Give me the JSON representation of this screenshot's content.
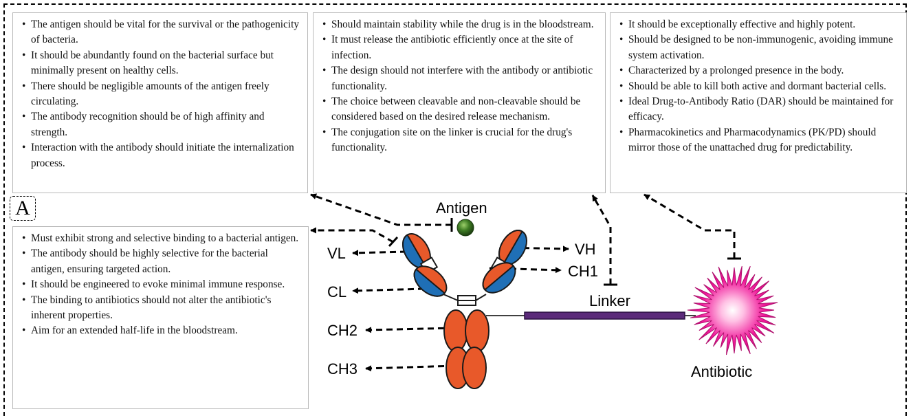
{
  "panel_label": "A",
  "boxes": {
    "antigen_requirements": [
      "The antigen should be vital for the survival or the pathogenicity of bacteria.",
      "It should be abundantly found on the bacterial surface but minimally present on healthy cells.",
      "There should be negligible amounts of the antigen freely circulating.",
      "The antibody recognition should be of high affinity and strength.",
      "Interaction with the antibody should initiate the internalization process."
    ],
    "linker_requirements": [
      "Should maintain stability while the drug is in the bloodstream.",
      "It must release the antibiotic efficiently once at the site of infection.",
      "The design should not interfere with the antibody or antibiotic functionality.",
      "The choice between cleavable and non-cleavable should be considered based on the desired release mechanism.",
      "The conjugation site on the linker is crucial for the drug's functionality."
    ],
    "antibiotic_requirements": [
      "It should be exceptionally effective and highly potent.",
      "Should be designed to be non-immunogenic, avoiding immune system activation.",
      "Characterized by a prolonged presence in the body.",
      "Should be able to kill both active and dormant bacterial cells.",
      "Ideal Drug-to-Antibody Ratio (DAR) should be maintained for efficacy.",
      "Pharmacokinetics and Pharmacodynamics (PK/PD) should mirror those of the unattached drug for predictability."
    ],
    "antibody_requirements": [
      "Must exhibit strong and selective binding to a bacterial antigen.",
      "The antibody should be highly selective for the bacterial antigen, ensuring targeted action.",
      "It should be engineered to evoke minimal immune response.",
      "The binding to antibiotics should not alter the antibiotic's inherent properties.",
      "Aim for an extended half-life in the bloodstream."
    ]
  },
  "labels": {
    "antigen": "Antigen",
    "linker": "Linker",
    "antibiotic": "Antibiotic",
    "vl": "VL",
    "vh": "VH",
    "cl": "CL",
    "ch1": "CH1",
    "ch2": "CH2",
    "ch3": "CH3"
  },
  "colors": {
    "heavy_chain": "#e8592a",
    "light_chain": "#1f6fb6",
    "antigen": "#2f6b1e",
    "linker": "#5b2a7a",
    "antibiotic": "#e8198c"
  }
}
